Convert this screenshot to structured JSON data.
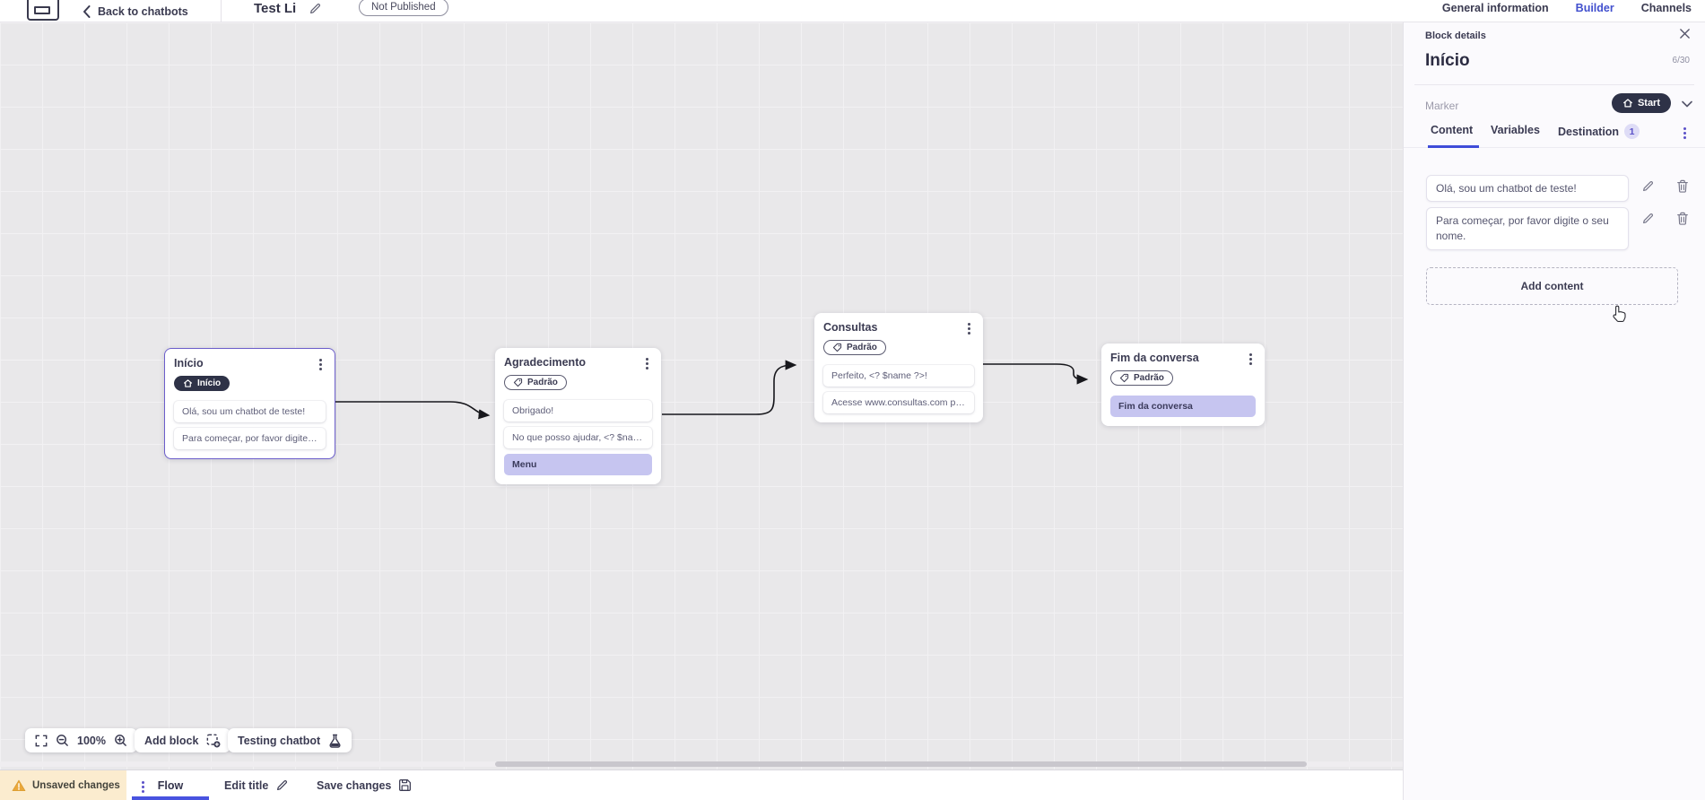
{
  "topbar": {
    "back_label": "Back to chatbots",
    "title": "Test Li",
    "status_badge": "Not Published",
    "tabs": [
      {
        "label": "General information",
        "active": false
      },
      {
        "label": "Builder",
        "active": true
      },
      {
        "label": "Channels",
        "active": false
      }
    ]
  },
  "panel": {
    "header": "Block details",
    "block_name": "Início",
    "name_counter": "6/30",
    "marker_label": "Marker",
    "marker_value": "Start",
    "tabs": [
      {
        "label": "Content",
        "active": true
      },
      {
        "label": "Variables",
        "active": false
      },
      {
        "label": "Destination",
        "active": false,
        "badge": "1"
      }
    ],
    "messages": [
      "Olá, sou um chatbot de teste!",
      "Para começar, por favor digite o seu nome."
    ],
    "add_content_label": "Add content"
  },
  "canvas": {
    "zoom_level": "100%",
    "add_block_label": "Add block",
    "testing_label": "Testing chatbot",
    "blocks": [
      {
        "title": "Início",
        "badge": {
          "label": "Início",
          "type": "start"
        },
        "selected": true,
        "rows": [
          {
            "text": "Olá, sou um chatbot de teste!",
            "highlight": false
          },
          {
            "text": "Para começar, por favor digite o ...",
            "highlight": false
          }
        ]
      },
      {
        "title": "Agradecimento",
        "badge": {
          "label": "Padrão",
          "type": "tag"
        },
        "selected": false,
        "rows": [
          {
            "text": "Obrigado!",
            "highlight": false
          },
          {
            "text": "No que posso ajudar, <? $name ...",
            "highlight": false
          },
          {
            "text": "Menu",
            "highlight": true
          }
        ]
      },
      {
        "title": "Consultas",
        "badge": {
          "label": "Padrão",
          "type": "tag"
        },
        "selected": false,
        "rows": [
          {
            "text": "Perfeito, <? $name ?>!",
            "highlight": false
          },
          {
            "text": "Acesse www.consultas.com par...",
            "highlight": false
          }
        ]
      },
      {
        "title": "Fim da conversa",
        "badge": {
          "label": "Padrão",
          "type": "tag"
        },
        "selected": false,
        "rows": [
          {
            "text": "Fim da conversa",
            "highlight": true
          }
        ]
      }
    ]
  },
  "bottombar": {
    "unsaved_label": "Unsaved changes",
    "flow_tab": "Flow",
    "edit_title_label": "Edit title",
    "save_label": "Save changes"
  },
  "colors": {
    "accent_blue": "#4250ce",
    "dark_pill": "#2e3247",
    "highlight_row": "#c6c5f0",
    "selected_block_border": "#6c5ecb",
    "warning_bg": "#fbeccf",
    "warning_icon": "#e9a63a",
    "destination_badge_bg": "#dedcf6",
    "wire": "#17171c",
    "canvas_bg": "#e9e8ea"
  },
  "icons": [
    "app-logo-icon",
    "chevron-left-icon",
    "pencil-icon",
    "home-icon",
    "tag-icon",
    "chevron-down-icon",
    "close-icon",
    "kebab-menu-icon",
    "trash-icon",
    "fullscreen-icon",
    "zoom-out-icon",
    "zoom-in-icon",
    "add-block-icon",
    "flask-icon",
    "warning-icon",
    "save-icon",
    "hand-cursor-icon"
  ]
}
